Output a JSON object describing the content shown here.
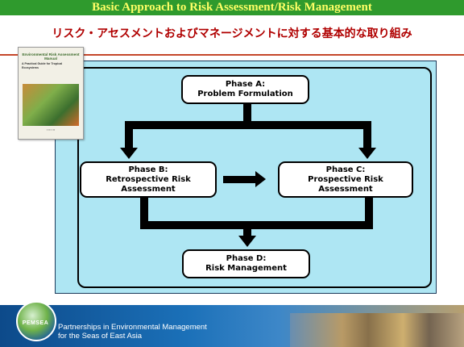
{
  "header": {
    "title_en": "Basic Approach to Risk Assessment/Risk Management",
    "title_jp": "リスク・アセスメントおよびマネージメントに対する基本的な取り組み"
  },
  "book": {
    "title": "Environmental Risk Assessment Manual",
    "subtitle": "A Practical Guide for Tropical Ecosystems"
  },
  "diagram": {
    "phase_a": {
      "title": "Phase A:",
      "subtitle": "Problem Formulation"
    },
    "phase_b": {
      "title": "Phase B:",
      "subtitle": "Retrospective Risk Assessment"
    },
    "phase_c": {
      "title": "Phase C:",
      "subtitle": "Prospective Risk Assessment"
    },
    "phase_d": {
      "title": "Phase D:",
      "subtitle": "Risk Management"
    }
  },
  "footer": {
    "logo": "PEMSEA",
    "line1": "Partnerships in Environmental Management",
    "line2": "for the Seas of East Asia"
  }
}
